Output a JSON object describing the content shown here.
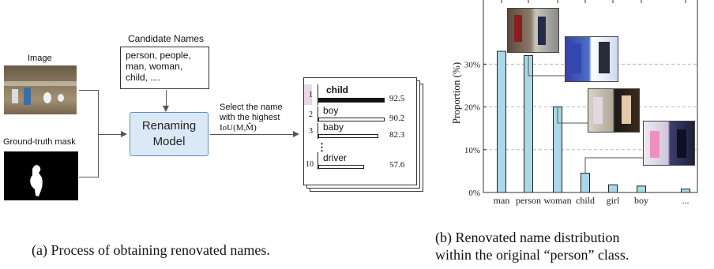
{
  "panel_a": {
    "image_label": "Image",
    "mask_label": "Ground-truth mask",
    "candidate_title": "Candidate Names",
    "candidate_text_lines": [
      "person, people,",
      "man, woman,",
      "child, ...."
    ],
    "model_label_line1": "Renaming",
    "model_label_line2": "Model",
    "select_lines": [
      "Select the name",
      "with the highest"
    ],
    "iou_text": "IoU(M,M̂)",
    "ranking": [
      {
        "rank": "1",
        "name": "child",
        "score": "92.5",
        "fill": 1.0
      },
      {
        "rank": "2",
        "name": "boy",
        "score": "90.2",
        "fill": 0.0
      },
      {
        "rank": "3",
        "name": "baby",
        "score": "82.3",
        "fill": 0.0
      },
      {
        "rank": "10",
        "name": "driver",
        "score": "57.6",
        "fill": 0.0
      }
    ],
    "ellipsis": "⋮",
    "caption": "(a) Process of obtaining renovated names."
  },
  "panel_b": {
    "ylabel": "Proportion (%)",
    "caption_line1": "(b) Renovated name distribution",
    "caption_line2": "within the original “person” class.",
    "colors": {
      "bar": "#a9d8e8",
      "grid": "#bbbbbb"
    }
  },
  "chart_data": {
    "type": "bar",
    "categories": [
      "man",
      "person",
      "woman",
      "child",
      "girl",
      "boy",
      "..."
    ],
    "values": [
      33,
      32,
      20,
      4.5,
      1.8,
      1.5,
      0.8
    ],
    "ylabel": "Proportion (%)",
    "yticks": [
      "0%",
      "10%",
      "20%",
      "30%"
    ],
    "ylim": [
      0,
      45
    ],
    "grid": true
  }
}
